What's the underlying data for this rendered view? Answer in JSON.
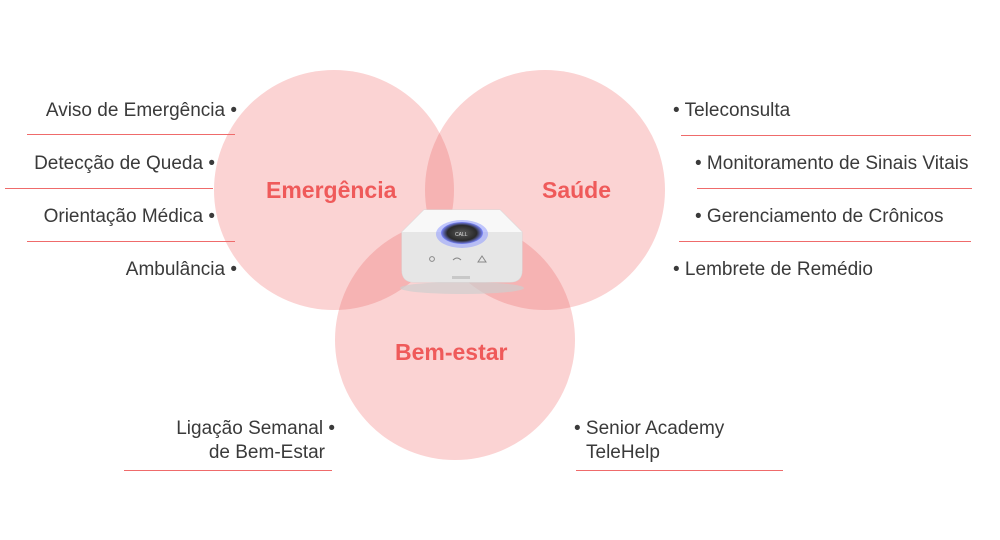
{
  "colors": {
    "circle_fill": "#f9c7c7",
    "circle_overlap": "#f2a8a8",
    "label_color": "#ef5a5a",
    "line_color": "#ef6b6b",
    "text_color": "#3a3a3a"
  },
  "circles": {
    "emergency": {
      "label": "Emergência"
    },
    "health": {
      "label": "Saúde"
    },
    "wellbeing": {
      "label": "Bem-estar"
    }
  },
  "left_items": [
    {
      "text": "Aviso de Emergência •"
    },
    {
      "text": "Detecção de Queda •"
    },
    {
      "text": "Orientação Médica •"
    },
    {
      "text": "Ambulância •"
    }
  ],
  "right_items": [
    {
      "text": "• Teleconsulta"
    },
    {
      "text": "• Monitoramento de Sinais Vitais"
    },
    {
      "text": "• Gerenciamento de Crônicos"
    },
    {
      "text": "• Lembrete de Remédio"
    }
  ],
  "bottom_left_item": {
    "line1": "Ligação Semanal •",
    "line2": "de Bem-Estar"
  },
  "bottom_right_item": {
    "line1": "• Senior Academy",
    "line2": "TeleHelp"
  },
  "device": {
    "icon": "emergency-call-device-icon"
  }
}
